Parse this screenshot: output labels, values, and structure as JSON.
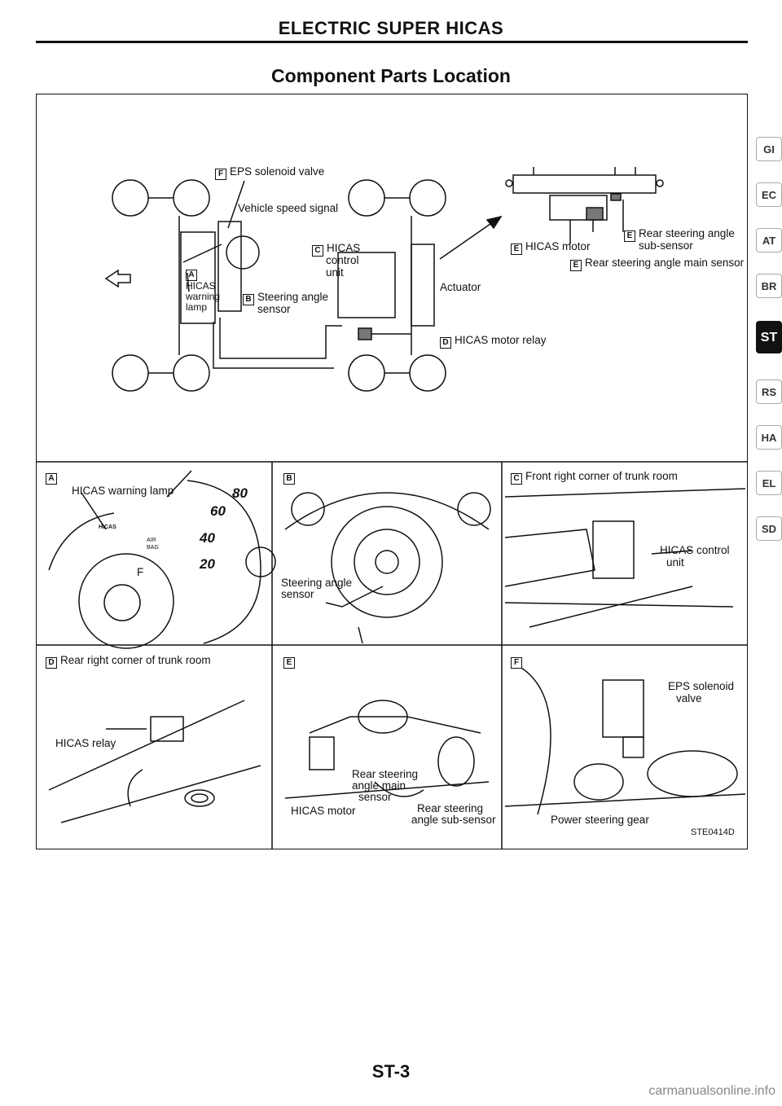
{
  "header": {
    "title": "ELECTRIC SUPER HICAS"
  },
  "section": {
    "title": "Component Parts Location"
  },
  "overview": {
    "eps_valve": {
      "letter": "F",
      "text": "EPS solenoid valve"
    },
    "vehicle_speed": "Vehicle speed signal",
    "control_unit": {
      "letter": "C",
      "lines": [
        "HICAS",
        "control",
        "unit"
      ]
    },
    "warning_lamp": {
      "letter": "A",
      "lines": [
        "HICAS",
        "warning",
        "lamp"
      ]
    },
    "steering_sensor": {
      "letter": "B",
      "lines": [
        "Steering angle",
        "sensor"
      ]
    },
    "actuator": "Actuator",
    "motor_relay": {
      "letter": "D",
      "text": "HICAS motor relay"
    },
    "hicas_motor": {
      "letter": "E",
      "text": "HICAS motor"
    },
    "rear_sub": {
      "letter": "E",
      "lines": [
        "Rear steering angle",
        "sub-sensor"
      ]
    },
    "rear_main": {
      "letter": "E",
      "text": "Rear steering angle main sensor"
    }
  },
  "panels": {
    "a": {
      "letter": "A",
      "label": "HICAS warning lamp",
      "gauge": [
        "80",
        "60",
        "40",
        "20"
      ],
      "icon_hicas": "HICAS",
      "icon_air": "AIR",
      "icon_bag": "BAG",
      "fuel": "F"
    },
    "b": {
      "letter": "B",
      "lines": [
        "Steering angle",
        "sensor"
      ]
    },
    "c": {
      "letter": "C",
      "title": "Front right corner of trunk room",
      "lines": [
        "HICAS control",
        "unit"
      ]
    },
    "d": {
      "letter": "D",
      "title": "Rear right corner of trunk room",
      "label": "HICAS relay"
    },
    "e": {
      "letter": "E",
      "main": [
        "Rear steering",
        "angle main",
        "sensor"
      ],
      "motor": "HICAS motor",
      "sub": [
        "Rear steering",
        "angle sub-sensor"
      ]
    },
    "f": {
      "letter": "F",
      "lines": [
        "EPS solenoid",
        "valve"
      ],
      "gear": "Power steering gear"
    }
  },
  "figure_code": "STE0414D",
  "side_tabs": [
    "GI",
    "EC",
    "AT",
    "BR",
    "ST",
    "RS",
    "HA",
    "EL",
    "SD"
  ],
  "page_number": "ST-3",
  "watermark": "carmanualsonline.info"
}
